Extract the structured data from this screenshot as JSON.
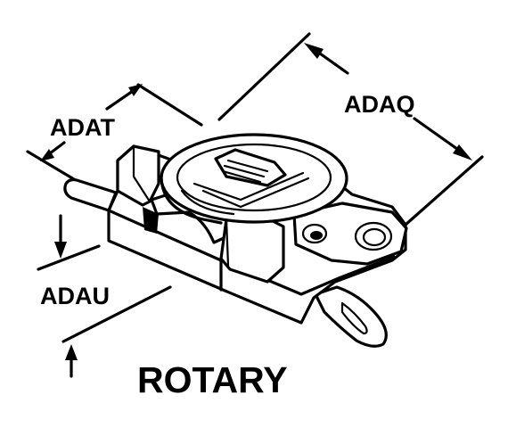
{
  "labels": {
    "dim_adaq": "ADAQ",
    "dim_adat": "ADAT",
    "dim_adau": "ADAU",
    "caption": "ROTARY"
  }
}
